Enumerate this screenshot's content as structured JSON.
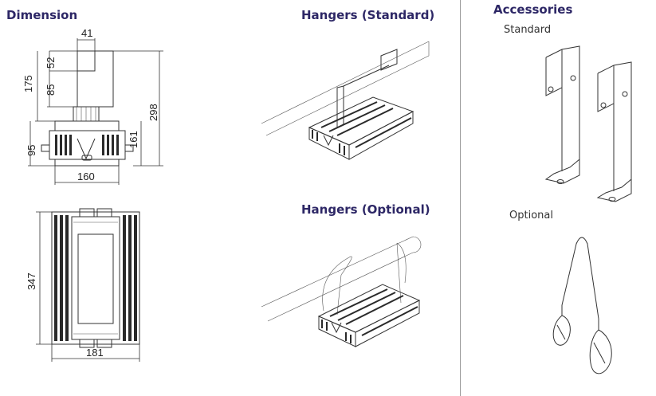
{
  "sections": {
    "dimension": {
      "title": "Dimension"
    },
    "hangers_standard": {
      "title": "Hangers (Standard)"
    },
    "hangers_optional": {
      "title": "Hangers (Optional)"
    },
    "accessories": {
      "title": "Accessories",
      "standard_label": "Standard",
      "optional_label": "Optional"
    }
  },
  "dimensions": {
    "side_view": {
      "d41": "41",
      "d52": "52",
      "d175": "175",
      "d85": "85",
      "d298": "298",
      "d95": "95",
      "d161": "161",
      "d160": "160"
    },
    "front_view": {
      "d347": "347",
      "d181": "181"
    }
  },
  "colors": {
    "heading": "#2d2766",
    "line": "#333333",
    "divider": "#9a9a9a"
  },
  "icons": [
    "side-view-drawing",
    "front-view-drawing",
    "standard-hanger-illustration",
    "optional-hanger-illustration",
    "bracket-icon",
    "wire-carabiner-icon"
  ]
}
